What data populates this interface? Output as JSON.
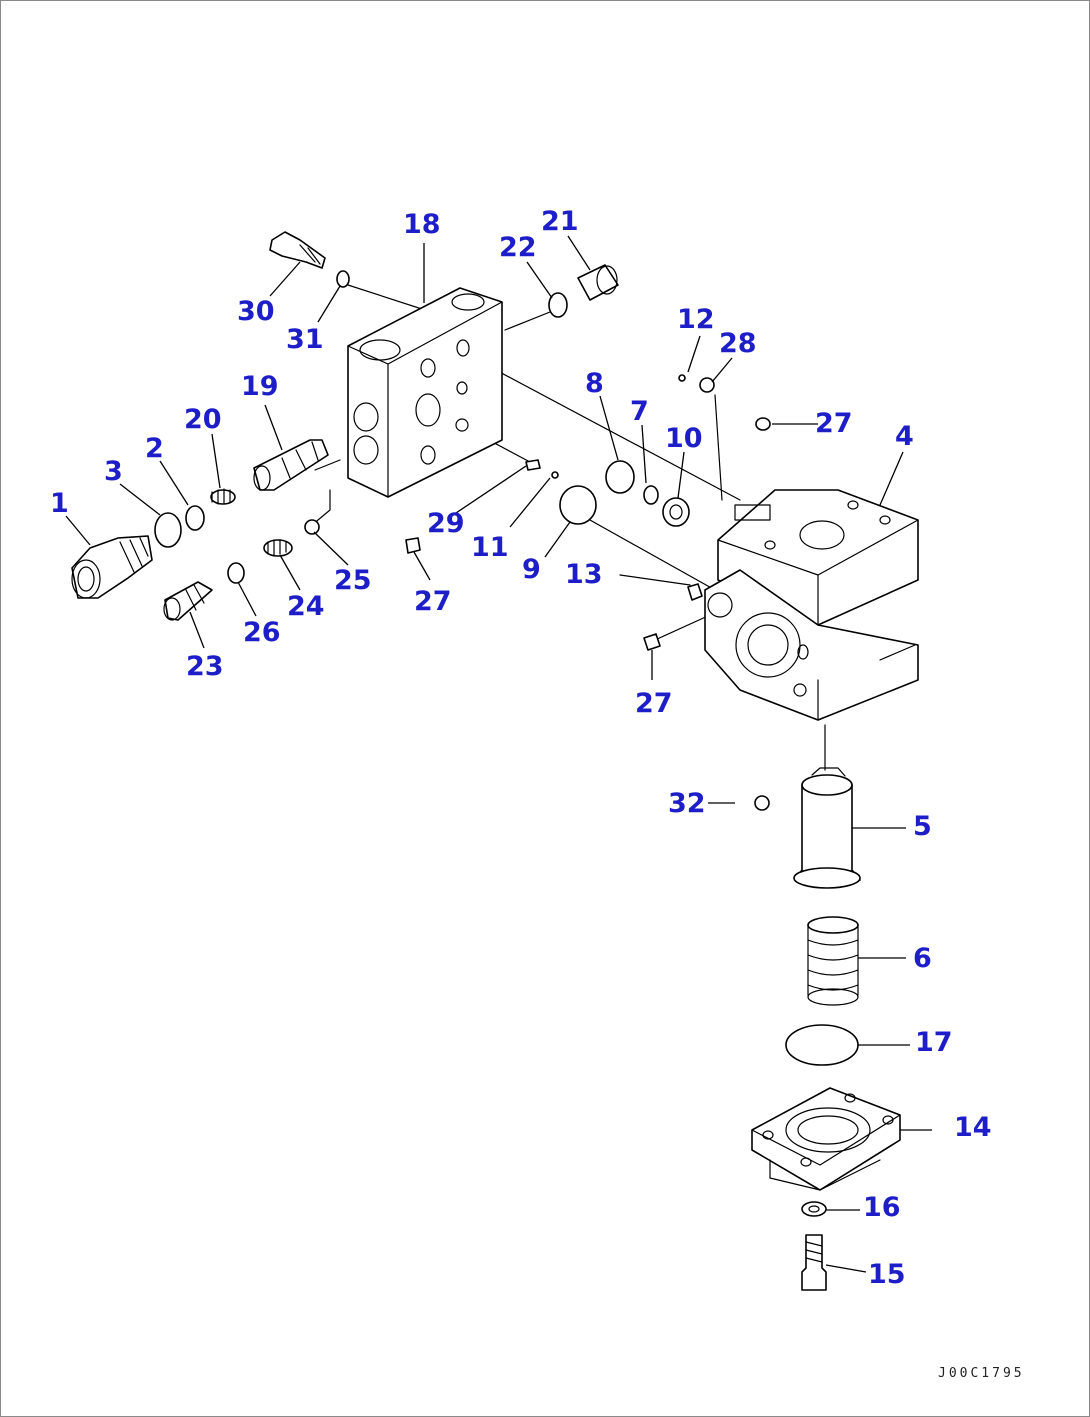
{
  "callouts": [
    {
      "id": "1",
      "text": "1"
    },
    {
      "id": "2",
      "text": "2"
    },
    {
      "id": "3",
      "text": "3"
    },
    {
      "id": "4",
      "text": "4"
    },
    {
      "id": "5",
      "text": "5"
    },
    {
      "id": "6",
      "text": "6"
    },
    {
      "id": "7",
      "text": "7"
    },
    {
      "id": "8",
      "text": "8"
    },
    {
      "id": "9",
      "text": "9"
    },
    {
      "id": "10",
      "text": "10"
    },
    {
      "id": "11",
      "text": "11"
    },
    {
      "id": "12",
      "text": "12"
    },
    {
      "id": "13",
      "text": "13"
    },
    {
      "id": "14",
      "text": "14"
    },
    {
      "id": "15",
      "text": "15"
    },
    {
      "id": "16",
      "text": "16"
    },
    {
      "id": "17",
      "text": "17"
    },
    {
      "id": "18",
      "text": "18"
    },
    {
      "id": "19",
      "text": "19"
    },
    {
      "id": "20",
      "text": "20"
    },
    {
      "id": "21",
      "text": "21"
    },
    {
      "id": "22",
      "text": "22"
    },
    {
      "id": "23",
      "text": "23"
    },
    {
      "id": "24",
      "text": "24"
    },
    {
      "id": "25",
      "text": "25"
    },
    {
      "id": "26",
      "text": "26"
    },
    {
      "id": "27",
      "text": "27"
    },
    {
      "id": "28",
      "text": "28"
    },
    {
      "id": "29",
      "text": "29"
    },
    {
      "id": "30",
      "text": "30"
    },
    {
      "id": "31",
      "text": "31"
    },
    {
      "id": "32",
      "text": "32"
    }
  ],
  "drawing_code": "J00C1795",
  "colors": {
    "callout": "#1e1ec8",
    "line": "#000000",
    "frame": "#8a8a8a"
  }
}
